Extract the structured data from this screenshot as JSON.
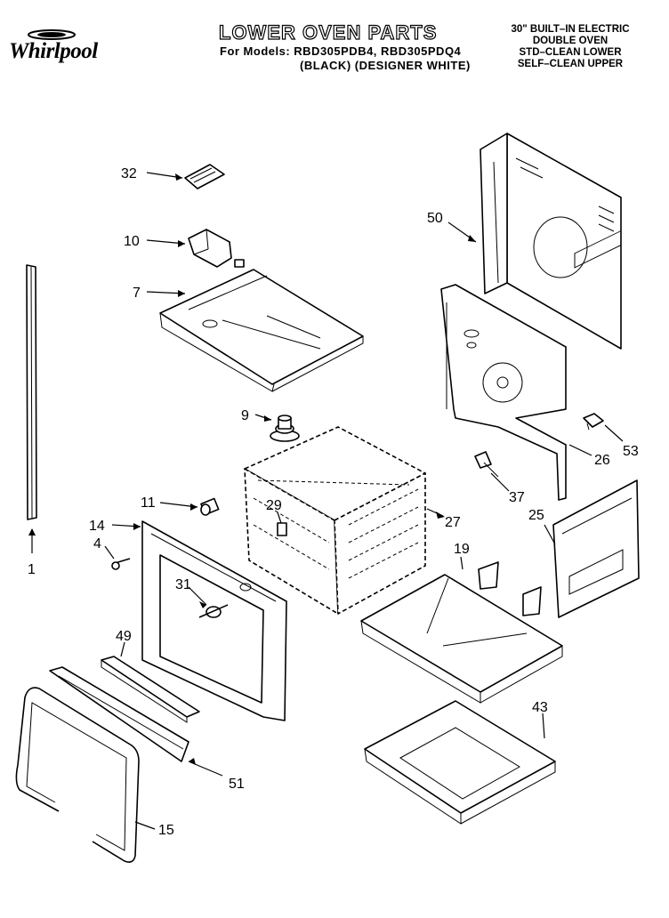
{
  "brand": {
    "name": "Whirlpool"
  },
  "header": {
    "title": "LOWER OVEN PARTS",
    "models_line": "For Models: RBD305PDB4, RBD305PDQ4",
    "colors_line": "(BLACK)  (DESIGNER WHITE)",
    "appliance_lines": [
      "30\" BUILT–IN ELECTRIC",
      "DOUBLE OVEN",
      "STD–CLEAN LOWER",
      "SELF–CLEAN UPPER"
    ]
  },
  "callouts": {
    "p32": "32",
    "p10": "10",
    "p7": "7",
    "p50": "50",
    "p9": "9",
    "p53": "53",
    "p26": "26",
    "p37": "37",
    "p11": "11",
    "p29": "29",
    "p27": "27",
    "p14": "14",
    "p4": "4",
    "p25": "25",
    "p19": "19",
    "p1": "1",
    "p31": "31",
    "p49": "49",
    "p43": "43",
    "p51": "51",
    "p15": "15"
  }
}
